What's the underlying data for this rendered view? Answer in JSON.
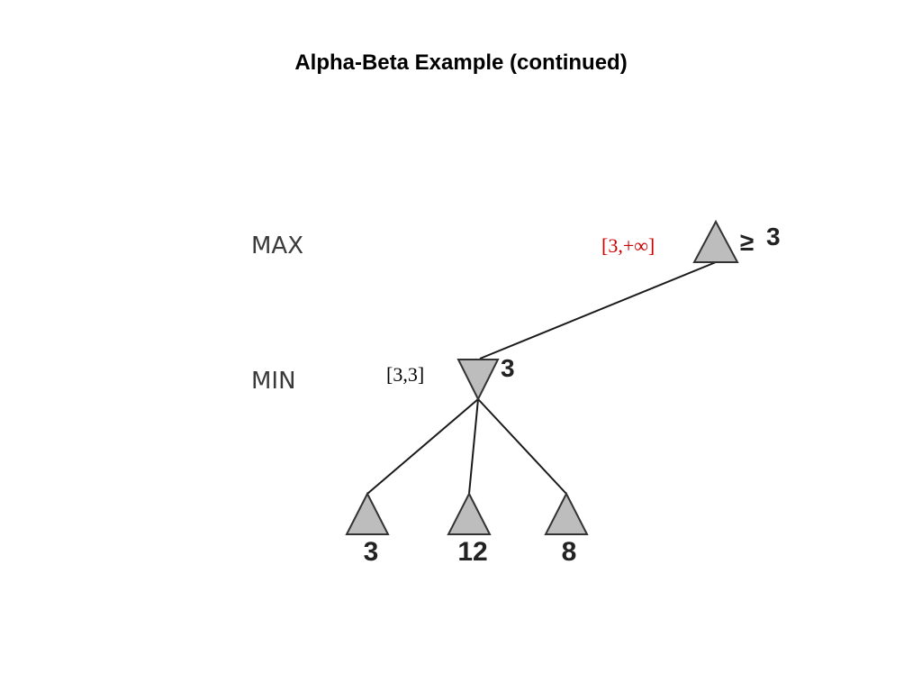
{
  "title": "Alpha-Beta Example (continued)",
  "levels": {
    "max": "MAX",
    "min": "MIN"
  },
  "root": {
    "value": "3",
    "prefix": "≥",
    "interval": "[3,+∞]",
    "interval_color": "#cc0000"
  },
  "min_node": {
    "value": "3",
    "interval": "[3,3]",
    "interval_color": "#000000"
  },
  "leaves": [
    {
      "value": "3"
    },
    {
      "value": "12"
    },
    {
      "value": "8"
    }
  ],
  "colors": {
    "node_fill": "#bdbdbd",
    "node_stroke": "#333333",
    "edge": "#1a1a1a"
  }
}
